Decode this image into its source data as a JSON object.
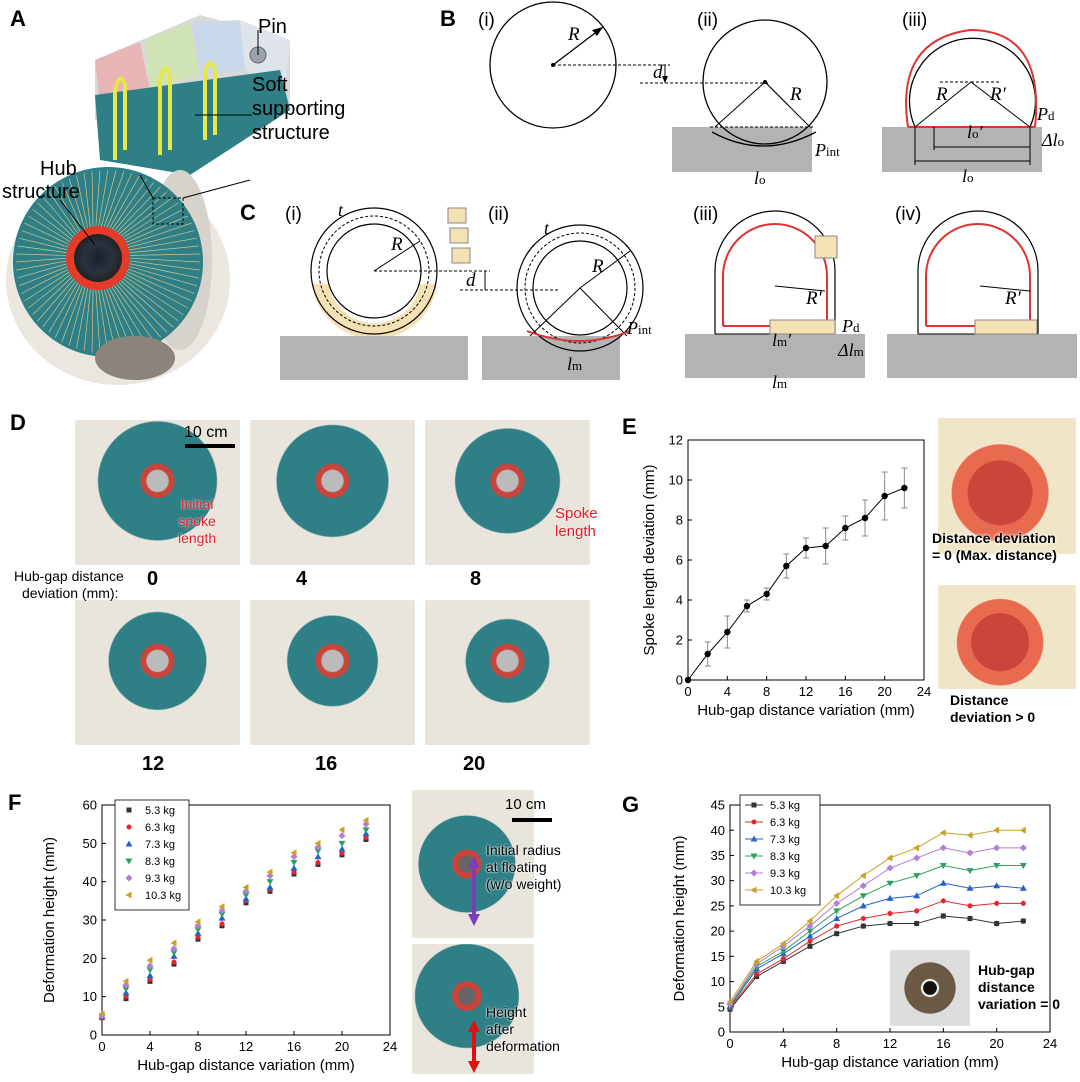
{
  "panels": {
    "A": "A",
    "B": "B",
    "C": "C",
    "D": "D",
    "E": "E",
    "F": "F",
    "G": "G"
  },
  "panelA": {
    "pin": "Pin",
    "soft": [
      "Soft",
      "supporting",
      "structure"
    ],
    "hub": [
      "Hub",
      "structure"
    ]
  },
  "panelB": {
    "sub": [
      "(i)",
      "(ii)",
      "(iii)"
    ],
    "R": "R",
    "Rp": "R′",
    "d": "d",
    "Pint": "P",
    "Pint_sub": "int",
    "Pd": "P",
    "Pd_sub": "d",
    "lo": "l",
    "lo_sub": "o",
    "lop": "l",
    "lop_sub": "o",
    "lop_prime": "′",
    "dlo": "Δl",
    "dlo_sub": "o"
  },
  "panelC": {
    "sub": [
      "(i)",
      "(ii)",
      "(iii)",
      "(iv)"
    ],
    "t": "t",
    "R": "R",
    "Rp": "R′",
    "d": "d",
    "Pint": "P",
    "Pint_sub": "int",
    "Pd": "P",
    "Pd_sub": "d",
    "lm": "l",
    "lm_sub": "m",
    "lmp_prime": "′",
    "dlm": "Δl",
    "dlm_sub": "m"
  },
  "panelD": {
    "scalebar": "10 cm",
    "initial": [
      "Initial",
      "spoke",
      "length"
    ],
    "spoke": [
      "Spoke",
      "length"
    ],
    "rowlabel": [
      "Hub-gap distance",
      "deviation (mm)"
    ],
    "colon": ":",
    "values": [
      "0",
      "4",
      "8",
      "12",
      "16",
      "20"
    ]
  },
  "panelE": {
    "chart_data": {
      "type": "line",
      "xlabel": "Hub-gap distance variation (mm)",
      "ylabel": "Spoke length deviation (mm)",
      "xlim": [
        0,
        24
      ],
      "ylim": [
        0,
        12
      ],
      "xticks": [
        0,
        4,
        8,
        12,
        16,
        20,
        24
      ],
      "yticks": [
        0,
        2,
        4,
        6,
        8,
        10,
        12
      ],
      "x": [
        0,
        2,
        4,
        6,
        8,
        10,
        12,
        14,
        16,
        18,
        20,
        22
      ],
      "y": [
        0,
        1.3,
        2.4,
        3.7,
        4.3,
        5.7,
        6.6,
        6.7,
        7.6,
        8.1,
        9.2,
        9.6
      ],
      "err": [
        0,
        0.6,
        0.8,
        0.3,
        0.3,
        0.6,
        0.5,
        0.9,
        0.6,
        0.9,
        1.2,
        1.0
      ]
    },
    "label_top": [
      "Distance deviation",
      "= 0 (Max. distance)"
    ],
    "label_bot": [
      "Distance",
      "deviation > 0"
    ]
  },
  "panelF": {
    "chart_data": {
      "type": "scatter",
      "xlabel": "Hub-gap distance variation (mm)",
      "ylabel": "Deformation height (mm)",
      "xlim": [
        0,
        24
      ],
      "ylim": [
        0,
        60
      ],
      "xticks": [
        0,
        4,
        8,
        12,
        16,
        20,
        24
      ],
      "yticks": [
        0,
        10,
        20,
        30,
        40,
        50,
        60
      ],
      "x": [
        0,
        2,
        4,
        6,
        8,
        10,
        12,
        14,
        16,
        18,
        20,
        22
      ],
      "series": [
        {
          "name": "5.3 kg",
          "color": "#333333",
          "marker": "square",
          "values": [
            4.5,
            9.5,
            14,
            18.5,
            25,
            28.5,
            34.5,
            37.5,
            42,
            44.5,
            47,
            51
          ]
        },
        {
          "name": "6.3 kg",
          "color": "#e8262a",
          "marker": "circle",
          "values": [
            4.5,
            10,
            14.5,
            19,
            25.5,
            29,
            35,
            38,
            42.5,
            45,
            47.5,
            51.5
          ]
        },
        {
          "name": "7.3 kg",
          "color": "#2563c9",
          "marker": "triangle-up",
          "values": [
            4.8,
            11,
            15.5,
            20.5,
            26.5,
            30.5,
            35.5,
            38.5,
            43.5,
            46.5,
            48.5,
            52.5
          ]
        },
        {
          "name": "8.3 kg",
          "color": "#2ca25f",
          "marker": "triangle-down",
          "values": [
            5,
            12,
            17,
            21.5,
            27.5,
            31.5,
            36.5,
            40,
            45,
            48,
            50,
            53.5
          ]
        },
        {
          "name": "9.3 kg",
          "color": "#b57cd9",
          "marker": "diamond",
          "values": [
            5,
            13,
            18,
            22.5,
            28.5,
            32.5,
            37.5,
            41.5,
            46.5,
            49,
            52,
            55
          ]
        },
        {
          "name": "10.3 kg",
          "color": "#c9a227",
          "marker": "triangle-left",
          "values": [
            5.5,
            14,
            19.5,
            24,
            29.5,
            33.5,
            38.5,
            42.5,
            47.5,
            50,
            53.5,
            56
          ]
        }
      ]
    },
    "scalebar": "10 cm",
    "photo_top": [
      "Initial radius",
      "at floating",
      "(w/o weight)"
    ],
    "photo_bot": [
      "Height",
      "after",
      "deformation"
    ]
  },
  "panelG": {
    "chart_data": {
      "type": "line",
      "xlabel": "Hub-gap distance variation (mm)",
      "ylabel": "Deformation height (mm)",
      "xlim": [
        0,
        24
      ],
      "ylim": [
        0,
        45
      ],
      "xticks": [
        0,
        4,
        8,
        12,
        16,
        20,
        24
      ],
      "yticks": [
        0,
        5,
        10,
        15,
        20,
        25,
        30,
        35,
        40,
        45
      ],
      "x": [
        0,
        2,
        4,
        6,
        8,
        10,
        12,
        14,
        16,
        18,
        20,
        22
      ],
      "series": [
        {
          "name": "5.3 kg",
          "color": "#333333",
          "marker": "square",
          "values": [
            4.5,
            11,
            14,
            17,
            19.5,
            21,
            21.5,
            21.5,
            23,
            22.5,
            21.5,
            22
          ]
        },
        {
          "name": "6.3 kg",
          "color": "#e8262a",
          "marker": "circle",
          "values": [
            4.8,
            11.5,
            14.5,
            18,
            21,
            22.5,
            23.5,
            24,
            26,
            25,
            25.5,
            25.5
          ]
        },
        {
          "name": "7.3 kg",
          "color": "#2563c9",
          "marker": "triangle-up",
          "values": [
            5,
            12.5,
            15.5,
            19,
            22.5,
            25,
            26.5,
            27,
            29.5,
            28.5,
            29,
            28.5
          ]
        },
        {
          "name": "8.3 kg",
          "color": "#2ca25f",
          "marker": "triangle-down",
          "values": [
            5.2,
            13,
            16,
            20,
            24,
            27,
            29.5,
            31,
            33,
            32,
            33,
            33
          ]
        },
        {
          "name": "9.3 kg",
          "color": "#b57cd9",
          "marker": "diamond",
          "values": [
            5.5,
            13.5,
            17,
            21,
            25.5,
            29,
            32.5,
            34.5,
            36.5,
            35.5,
            36.5,
            36.5
          ]
        },
        {
          "name": "10.3 kg",
          "color": "#c9a227",
          "marker": "triangle-left",
          "values": [
            6,
            14,
            17.5,
            22,
            27,
            31,
            34.5,
            36.5,
            39.5,
            39,
            40,
            40
          ]
        }
      ]
    },
    "inset": [
      "Hub-gap",
      "distance",
      "variation = 0"
    ]
  }
}
